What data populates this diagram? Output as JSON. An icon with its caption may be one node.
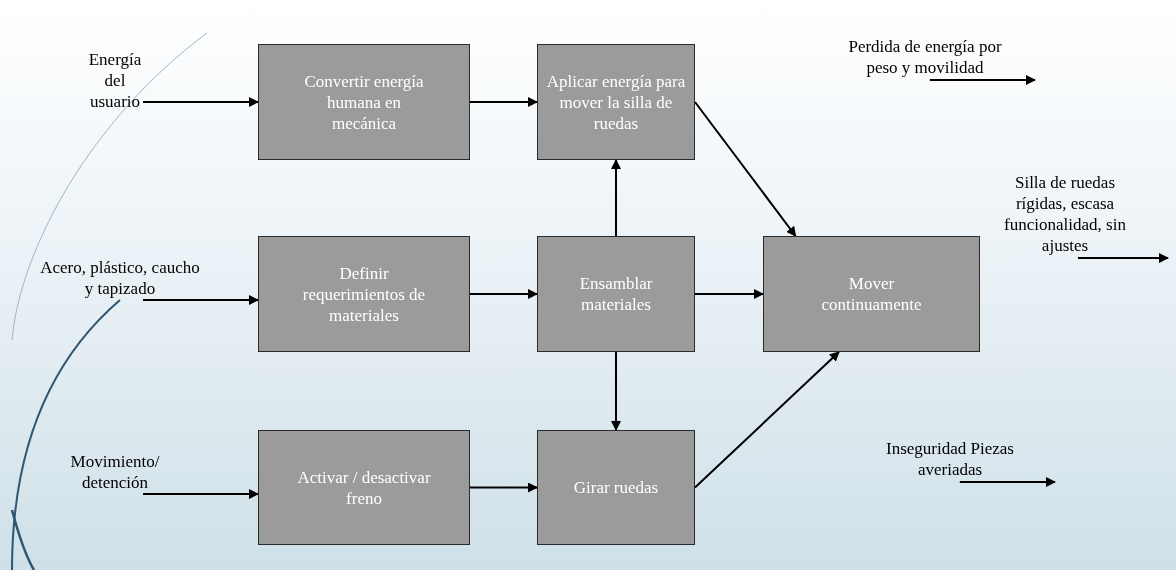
{
  "diagram": {
    "nodes": [
      {
        "text": [
          "Energía del usuario"
        ]
      },
      {
        "text": [
          "Convertir energía humana en mecánica"
        ]
      },
      {
        "text": [
          "Aplicar energía para mover la silla de ruedas"
        ]
      },
      {
        "text": [
          "Perdida de energía por peso y movilidad"
        ]
      },
      {
        "text": [
          "Acero, plástico, caucho y tapizado"
        ]
      },
      {
        "text": [
          "Definir requerimientos de materiales"
        ]
      },
      {
        "text": [
          "Ensamblar materiales"
        ]
      },
      {
        "text": [
          "Mover continuamente"
        ]
      },
      {
        "text": [
          "Silla de ruedas rígidas, escasa funcionalidad, sin ajustes"
        ]
      },
      {
        "text": [
          "Movimiento/ detención"
        ]
      },
      {
        "text": [
          "Activar / desactivar freno"
        ]
      },
      {
        "text": [
          "Girar ruedas"
        ]
      },
      {
        "text": [
          "Inseguridad Piezas averiadas"
        ]
      }
    ],
    "edges": [
      {
        "from": 0,
        "to": 1,
        "arrow": "to"
      },
      {
        "from": 1,
        "to": 2,
        "arrow": "to"
      },
      {
        "from": 2,
        "to": 7,
        "arrow": "to"
      },
      {
        "from": 4,
        "to": 5,
        "arrow": "to"
      },
      {
        "from": 5,
        "to": 6,
        "arrow": "to"
      },
      {
        "from": 6,
        "to": 2,
        "arrow": "to"
      },
      {
        "from": 6,
        "to": 7,
        "arrow": "to"
      },
      {
        "from": 6,
        "to": 11,
        "arrow": "to"
      },
      {
        "from": 9,
        "to": 10,
        "arrow": "to"
      },
      {
        "from": 10,
        "to": 11,
        "arrow": "to"
      },
      {
        "from": 11,
        "to": 7,
        "arrow": "to"
      },
      {
        "from": 3,
        "to": null,
        "arrow": "to"
      },
      {
        "from": 8,
        "to": null,
        "arrow": "to"
      },
      {
        "from": 12,
        "to": null,
        "arrow": "to"
      }
    ]
  }
}
